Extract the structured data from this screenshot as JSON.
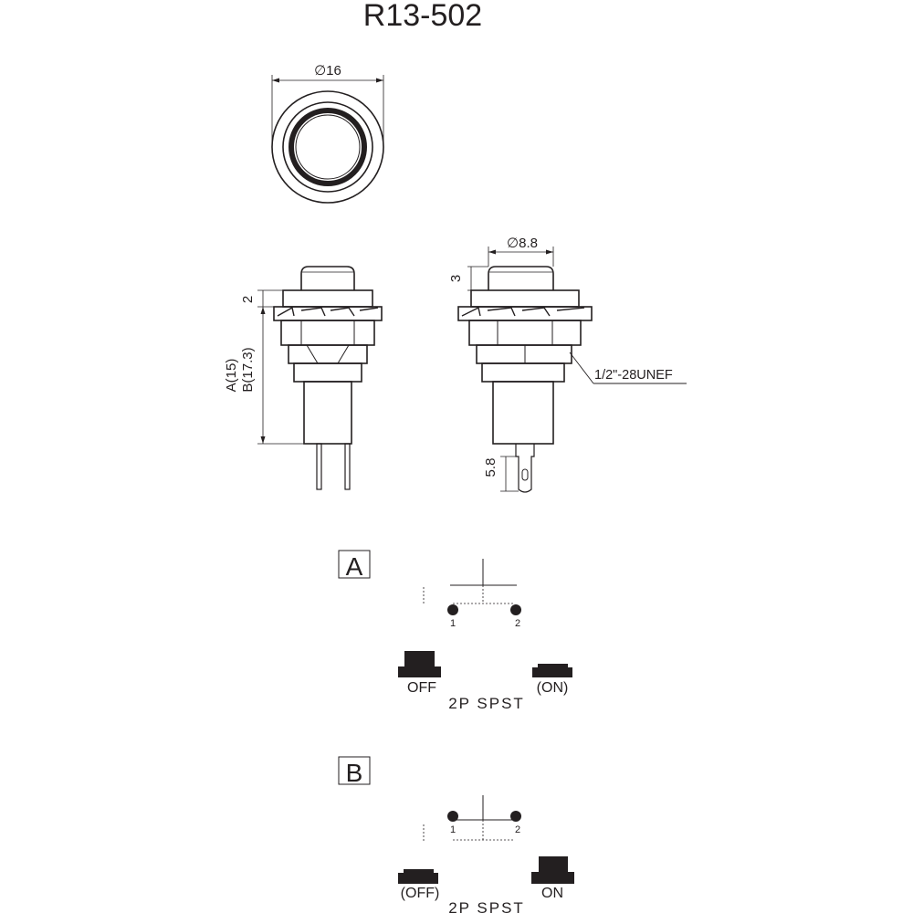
{
  "title": "R13-502",
  "top_view": {
    "diameter_label": "∅16"
  },
  "front_view": {
    "height_label_a": "A(15)",
    "height_label_b": "B(17.3)",
    "collar_label": "2"
  },
  "side_view": {
    "cap_diameter_label": "∅8.8",
    "cap_height_label": "3",
    "thread_label": "1/2\"-28UNEF",
    "terminal_label": "5.8"
  },
  "schematic_a": {
    "letter": "A",
    "pin1": "1",
    "pin2": "2",
    "left_button_label": "OFF",
    "right_button_label": "(ON)",
    "type_label": "2P SPST"
  },
  "schematic_b": {
    "letter": "B",
    "pin1": "1",
    "pin2": "2",
    "left_button_label": "(OFF)",
    "right_button_label": "ON",
    "type_label": "2P SPST"
  },
  "colors": {
    "ink": "#231f20",
    "background": "#ffffff"
  }
}
